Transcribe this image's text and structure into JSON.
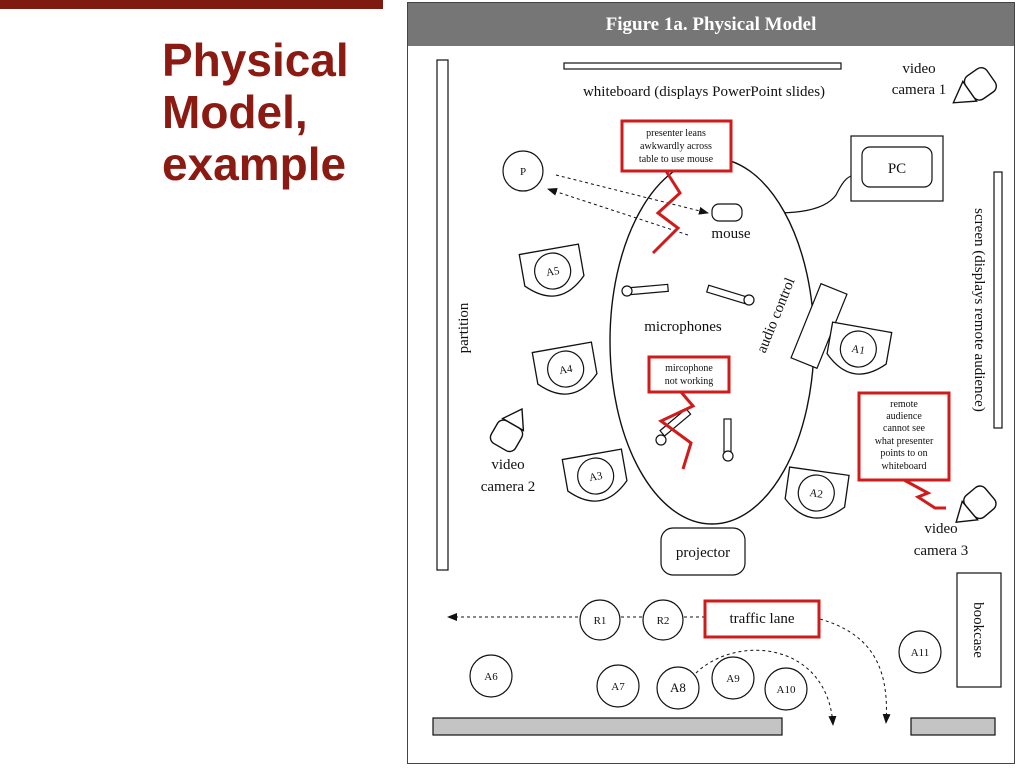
{
  "slide": {
    "title_lines": [
      "Physical",
      "Model,",
      "example"
    ],
    "accent_color": "#8b1a12"
  },
  "figure": {
    "caption": "Figure 1a.  Physical Model",
    "labels": {
      "whiteboard": "whiteboard (displays PowerPoint slides)",
      "video_camera_1": [
        "video",
        "camera 1"
      ],
      "video_camera_2": [
        "video",
        "camera 2"
      ],
      "video_camera_3": [
        "video",
        "camera 3"
      ],
      "pc": "PC",
      "screen": "screen (displays remote audience)",
      "partition": "partition",
      "mouse": "mouse",
      "microphones": "microphones",
      "audio_control": "audio control",
      "projector": "projector",
      "traffic_lane": "traffic lane",
      "bookcase": "bookcase",
      "presenter": "P"
    },
    "seats": {
      "A1": "A1",
      "A2": "A2",
      "A3": "A3",
      "A4": "A4",
      "A5": "A5",
      "A6": "A6",
      "A7": "A7",
      "A8": "A8",
      "A9": "A9",
      "A10": "A10",
      "A11": "A11",
      "R1": "R1",
      "R2": "R2"
    },
    "problems": {
      "presenter_leans": [
        "presenter leans",
        "awkwardly across",
        "table to use mouse"
      ],
      "microphone": [
        "mircophone",
        "not working"
      ],
      "remote_audience": [
        "remote",
        "audience",
        "cannot see",
        "what presenter",
        "points to on",
        "whiteboard"
      ]
    },
    "colors": {
      "header_bg": "#767676",
      "problem_red": "#d11a1a",
      "bar_gray": "#c4c4c4"
    }
  }
}
